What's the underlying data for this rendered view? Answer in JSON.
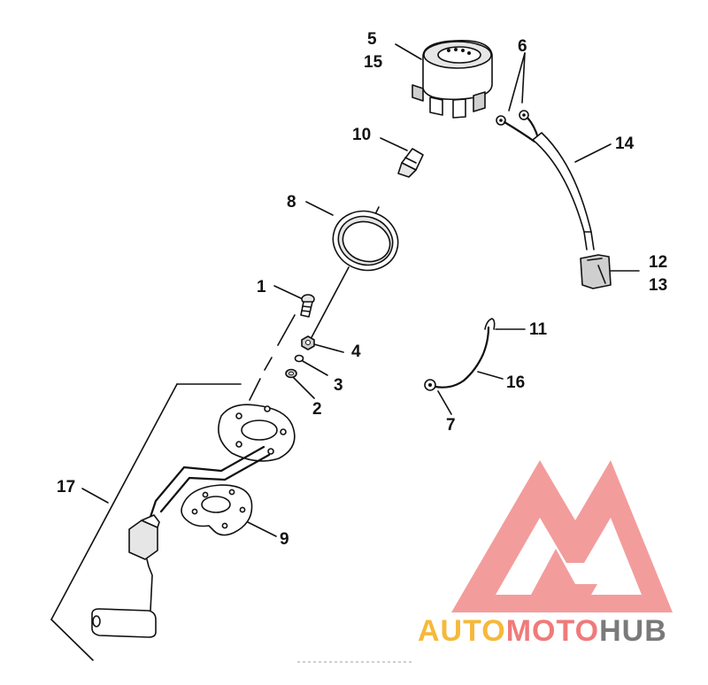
{
  "diagram": {
    "callouts": [
      {
        "id": "1",
        "label": "1"
      },
      {
        "id": "2",
        "label": "2"
      },
      {
        "id": "3",
        "label": "3"
      },
      {
        "id": "4",
        "label": "4"
      },
      {
        "id": "5",
        "label": "5"
      },
      {
        "id": "6",
        "label": "6"
      },
      {
        "id": "7",
        "label": "7"
      },
      {
        "id": "8",
        "label": "8"
      },
      {
        "id": "9",
        "label": "9"
      },
      {
        "id": "10",
        "label": "10"
      },
      {
        "id": "11",
        "label": "11"
      },
      {
        "id": "12",
        "label": "12"
      },
      {
        "id": "13",
        "label": "13"
      },
      {
        "id": "14",
        "label": "14"
      },
      {
        "id": "15",
        "label": "15"
      },
      {
        "id": "16",
        "label": "16"
      },
      {
        "id": "17",
        "label": "17"
      }
    ]
  },
  "watermark": {
    "part1": "AUTO",
    "part2": "MOTO",
    "part3": "HUB",
    "colors": {
      "logo": "#f28b8b",
      "auto": "#f5b93a",
      "moto": "#f07a7a",
      "hub": "#7a7a7a"
    }
  }
}
